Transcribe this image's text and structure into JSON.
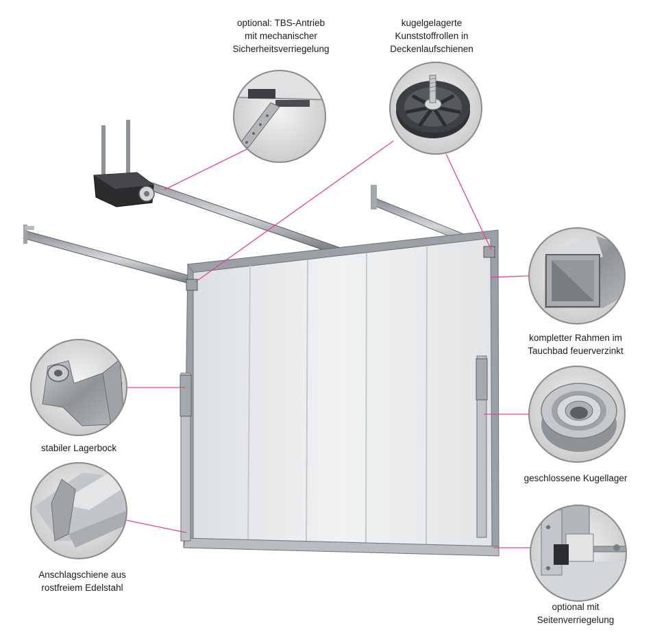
{
  "accent_color": "#e0449b",
  "callouts": [
    {
      "id": "tbs",
      "lines": [
        "optional: TBS-Antrieb",
        "mit mechanischer",
        "Sicherheitsverriegelung"
      ],
      "icon": "drive-latch-detail-icon"
    },
    {
      "id": "rollen",
      "lines": [
        "kugelgelagerte",
        "Kunststoffrollen in",
        "Deckenlaufschienen"
      ],
      "icon": "plastic-roller-icon"
    },
    {
      "id": "rahmen",
      "lines": [
        "kompletter Rahmen im",
        "Tauchbad feuerverzinkt"
      ],
      "icon": "square-tube-icon"
    },
    {
      "id": "lagerbock",
      "lines": [
        "stabiler Lagerbock"
      ],
      "icon": "bearing-bracket-icon"
    },
    {
      "id": "kugellager",
      "lines": [
        "geschlossene Kugellager"
      ],
      "icon": "ball-bearing-icon"
    },
    {
      "id": "anschlag",
      "lines": [
        "Anschlagschiene aus",
        "rostfreiem Edelstahl"
      ],
      "icon": "stainless-rail-icon"
    },
    {
      "id": "seiten",
      "lines": [
        "optional mit",
        "Seitenverriegelung"
      ],
      "icon": "side-lock-icon"
    }
  ]
}
